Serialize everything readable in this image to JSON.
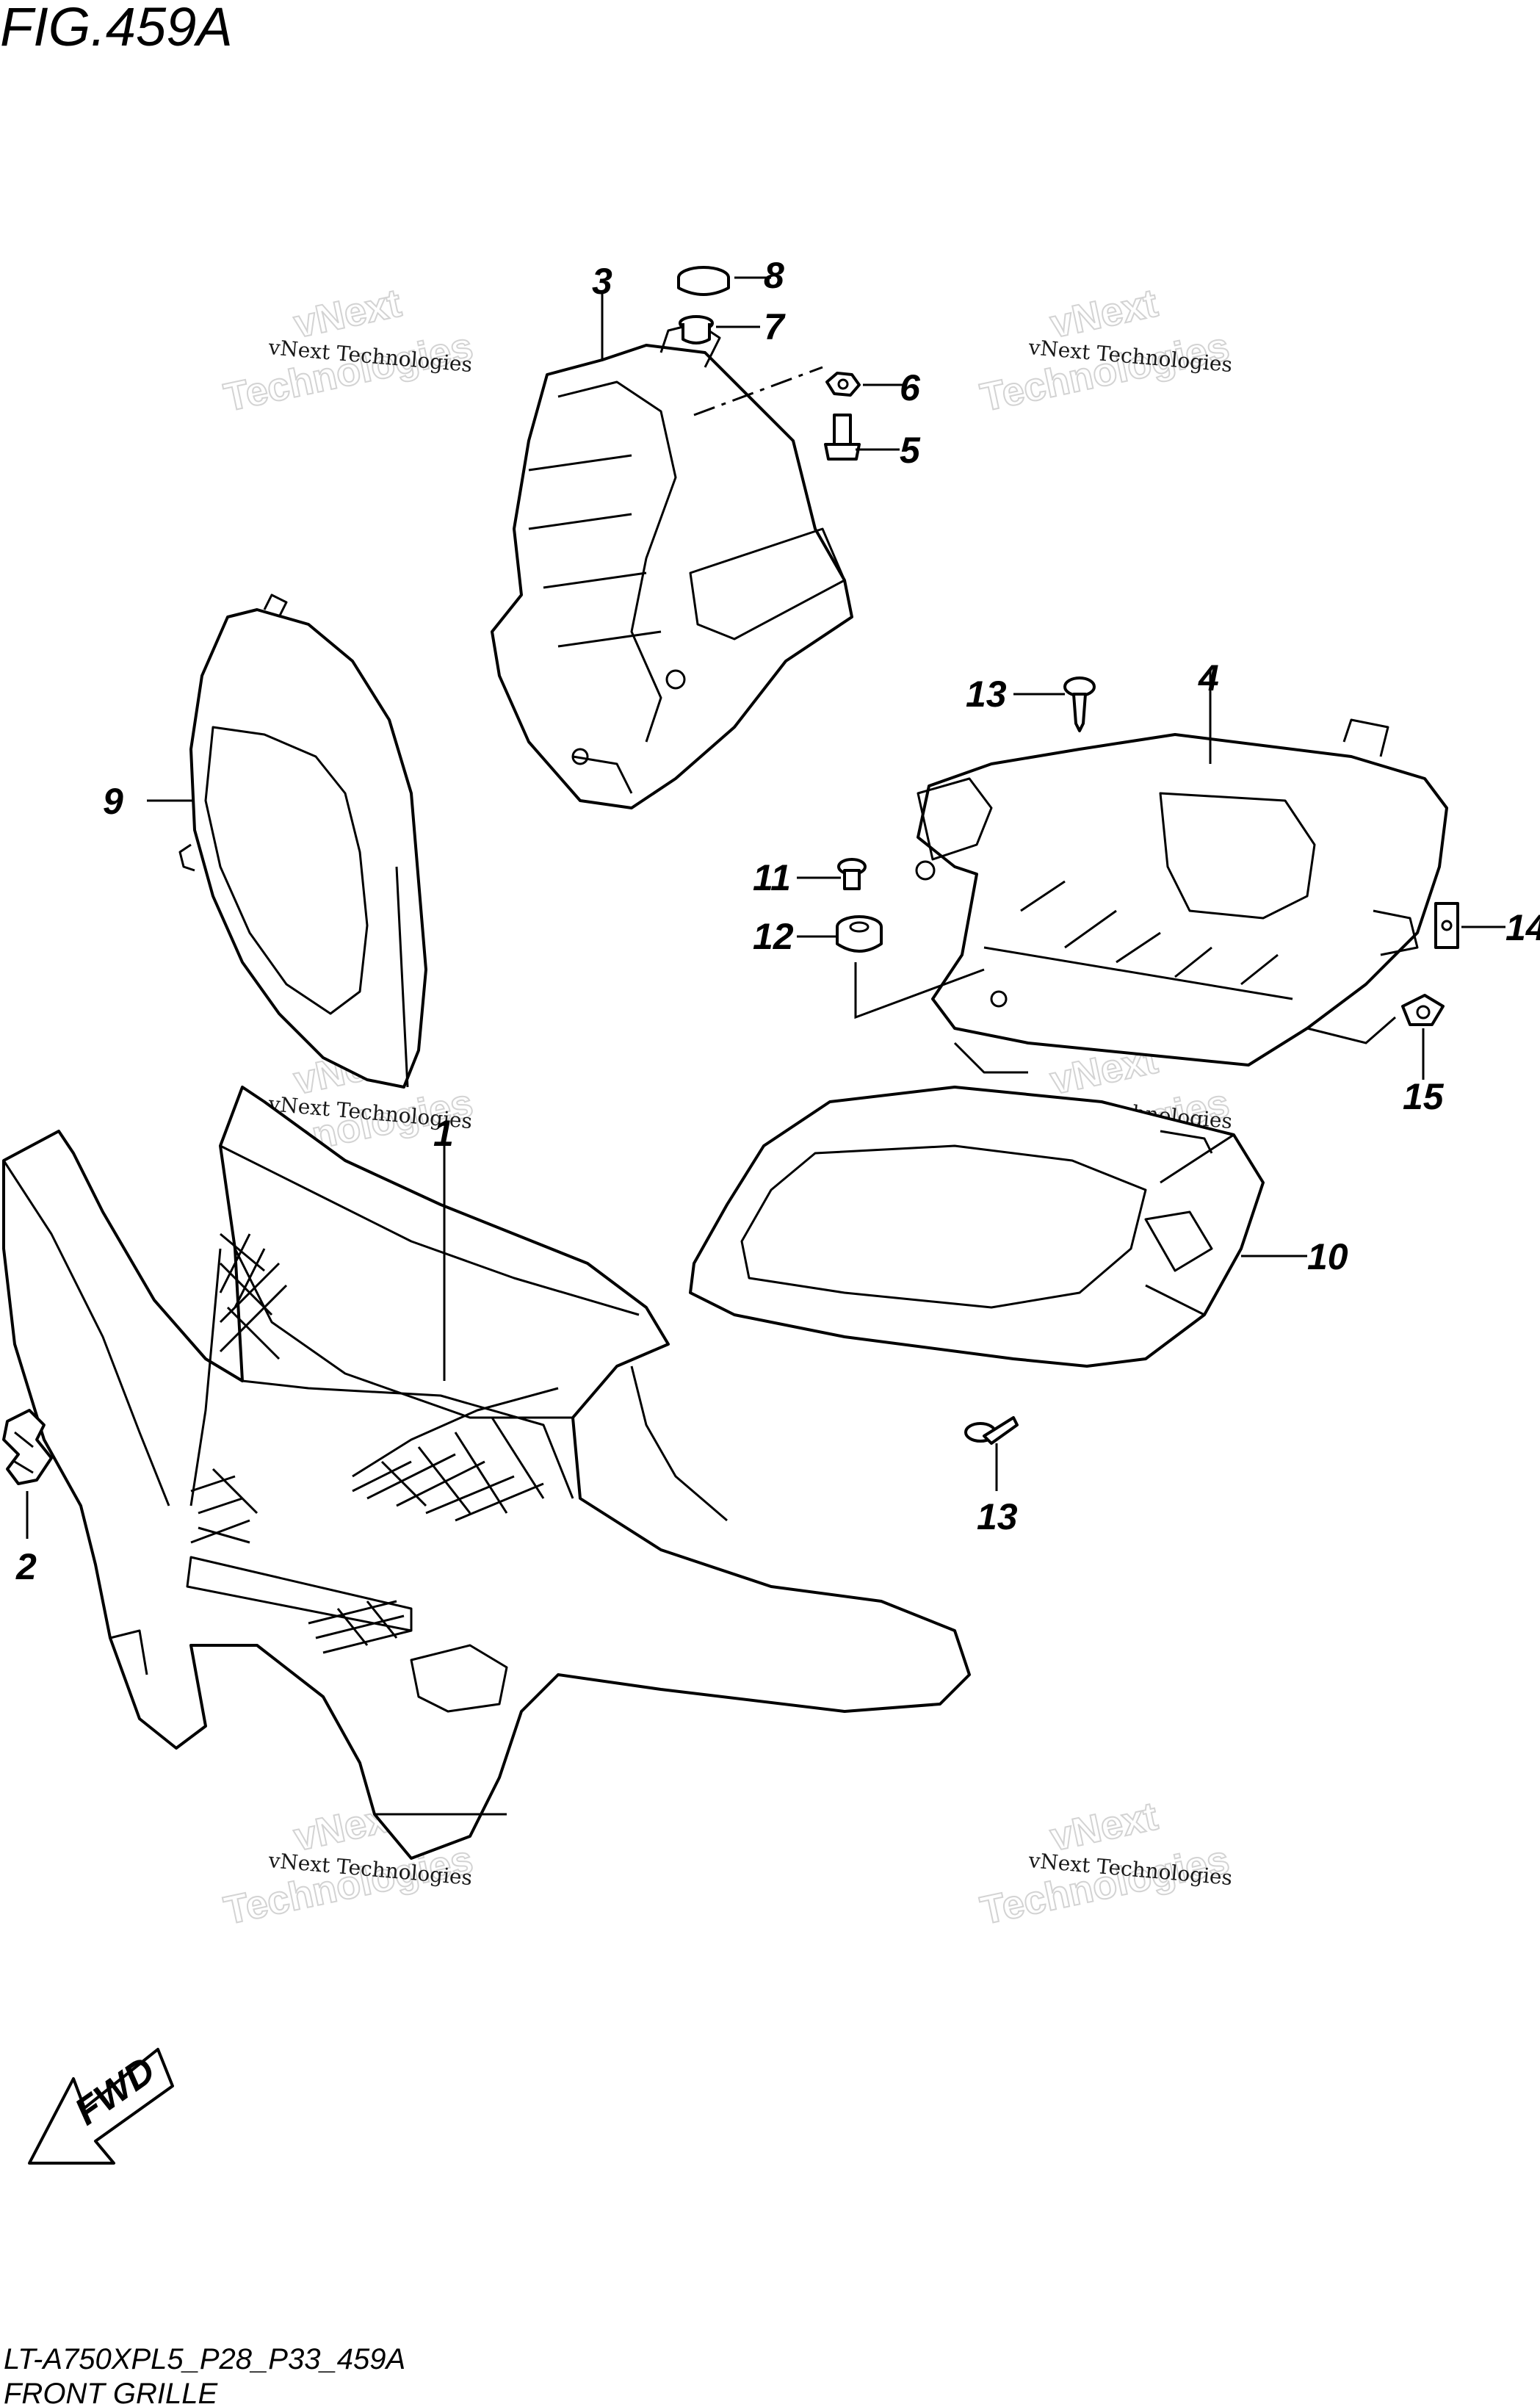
{
  "figure": {
    "title": "FIG.459A",
    "model_code": "LT-A750XPL5_P28_P33_459A",
    "caption": "FRONT GRILLE"
  },
  "watermark": {
    "line1": "vNext Technologies",
    "line2": "vNext",
    "line3": "Technologies"
  },
  "callouts": [
    "1",
    "2",
    "3",
    "4",
    "5",
    "6",
    "7",
    "8",
    "9",
    "10",
    "11",
    "12",
    "13",
    "13",
    "14",
    "15"
  ],
  "direction_badge": "FWD"
}
